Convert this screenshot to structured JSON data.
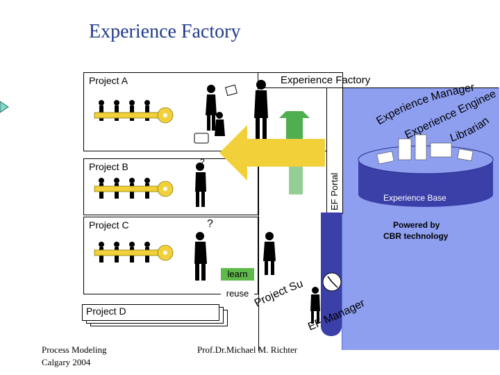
{
  "page": {
    "title": "Experience Factory"
  },
  "projects": [
    {
      "label": "Project A"
    },
    {
      "label": "Project B"
    },
    {
      "label": "Project C"
    },
    {
      "label": "Project D"
    }
  ],
  "factory": {
    "header": "Experience Factory",
    "portal_label": "EF Portal",
    "experience_base": "Experience Base",
    "powered_by": "Powered by",
    "powered_tech": "CBR technology",
    "roles": {
      "manager": "Experience Manager",
      "engineer": "Experience Engineer",
      "librarian": "Librarian",
      "project_supporter": "Project Supporter",
      "ef_manager": "EF Manager"
    }
  },
  "flow": {
    "learn": "learn",
    "reuse": "reuse",
    "question_1": "?",
    "question_2": "?",
    "exclaim": "!"
  },
  "footer": {
    "left_line1": "Process Modeling",
    "left_line2": "Calgary 2004",
    "center": "Prof.Dr.Michael M. Richter"
  },
  "colors": {
    "title": "#1f3a8a",
    "factory_bg": "#8e9ff0",
    "portal_bg": "#3b3fa8",
    "arrow_green": "#4fae4f",
    "arrow_yellow": "#f2d03a",
    "label_green": "#5fb84a"
  }
}
